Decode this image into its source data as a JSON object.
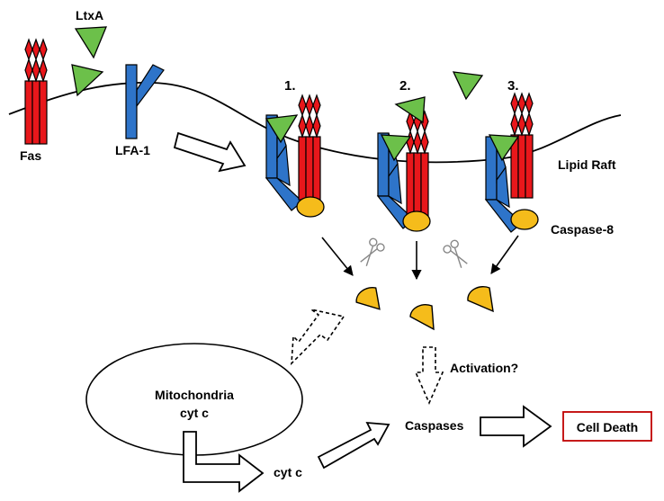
{
  "labels": {
    "ltxa": "LtxA",
    "fas": "Fas",
    "lfa1": "LFA-1",
    "step1": "1.",
    "step2": "2.",
    "step3": "3.",
    "lipid_raft": "Lipid Raft",
    "caspase8": "Caspase-8",
    "activation": "Activation?",
    "mitochondria": "Mitochondria",
    "cyt_c_inner": "cyt c",
    "cyt_c_outer": "cyt c",
    "caspases": "Caspases",
    "cell_death": "Cell Death"
  },
  "colors": {
    "fas_red": "#e8171b",
    "lfa_blue": "#2e74c9",
    "ltxa_green": "#6cc04a",
    "caspase_yellow": "#f5bc1b",
    "cell_death_border": "#c00000"
  },
  "icons": {
    "cleavage": "scissors-icon"
  }
}
